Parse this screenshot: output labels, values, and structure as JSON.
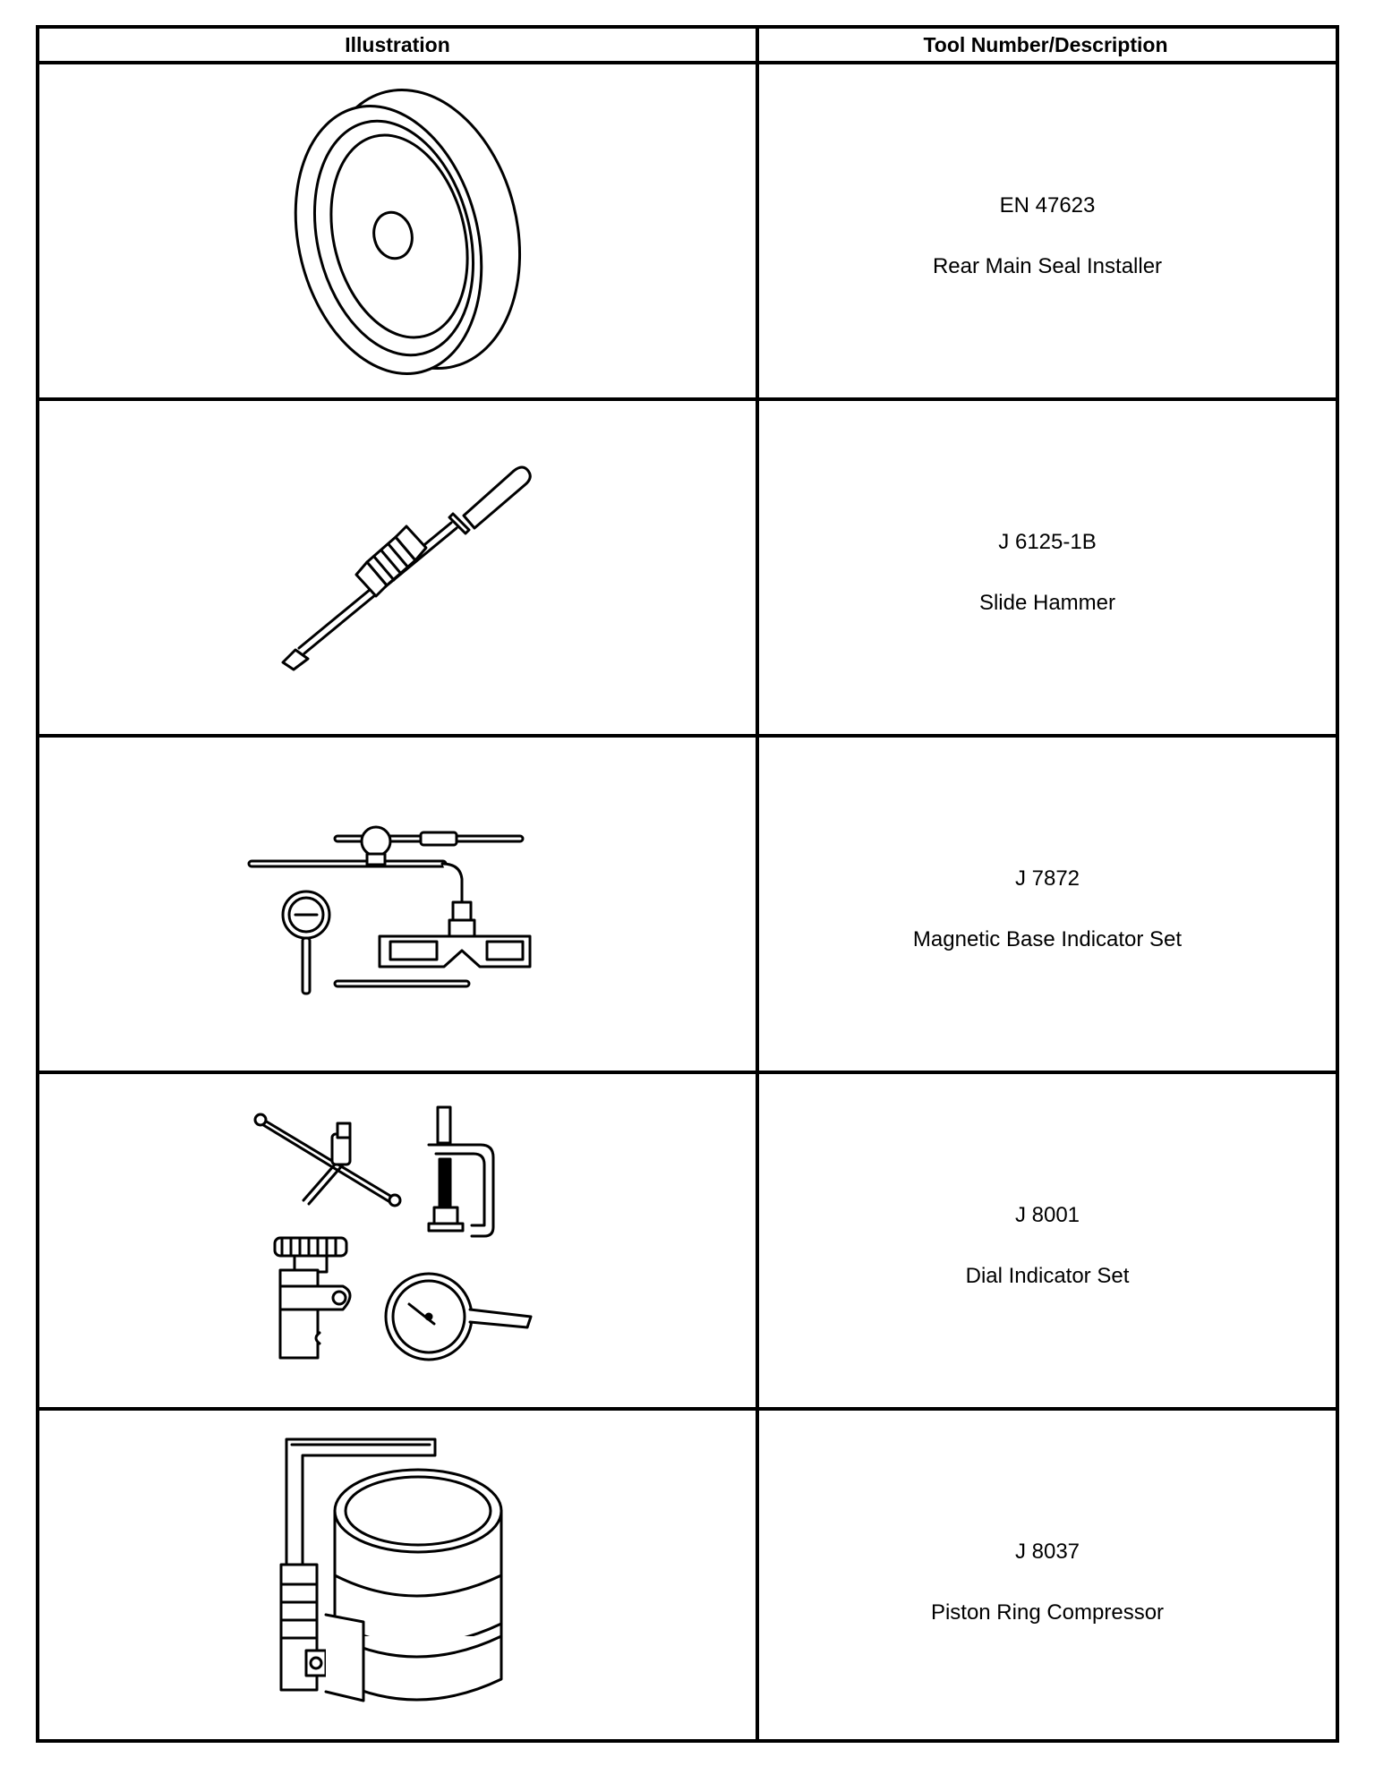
{
  "table": {
    "headers": {
      "illustration": "Illustration",
      "tool_number_description": "Tool Number/Description"
    },
    "rows": [
      {
        "tool_number": "EN 47623",
        "description": "Rear Main Seal Installer",
        "icon": "seal-installer-icon"
      },
      {
        "tool_number": "J 6125-1B",
        "description": "Slide Hammer",
        "icon": "slide-hammer-icon"
      },
      {
        "tool_number": "J 7872",
        "description": "Magnetic Base Indicator Set",
        "icon": "magnetic-base-indicator-icon"
      },
      {
        "tool_number": "J 8001",
        "description": "Dial Indicator Set",
        "icon": "dial-indicator-set-icon"
      },
      {
        "tool_number": "J 8037",
        "description": "Piston Ring Compressor",
        "icon": "piston-ring-compressor-icon"
      }
    ]
  }
}
